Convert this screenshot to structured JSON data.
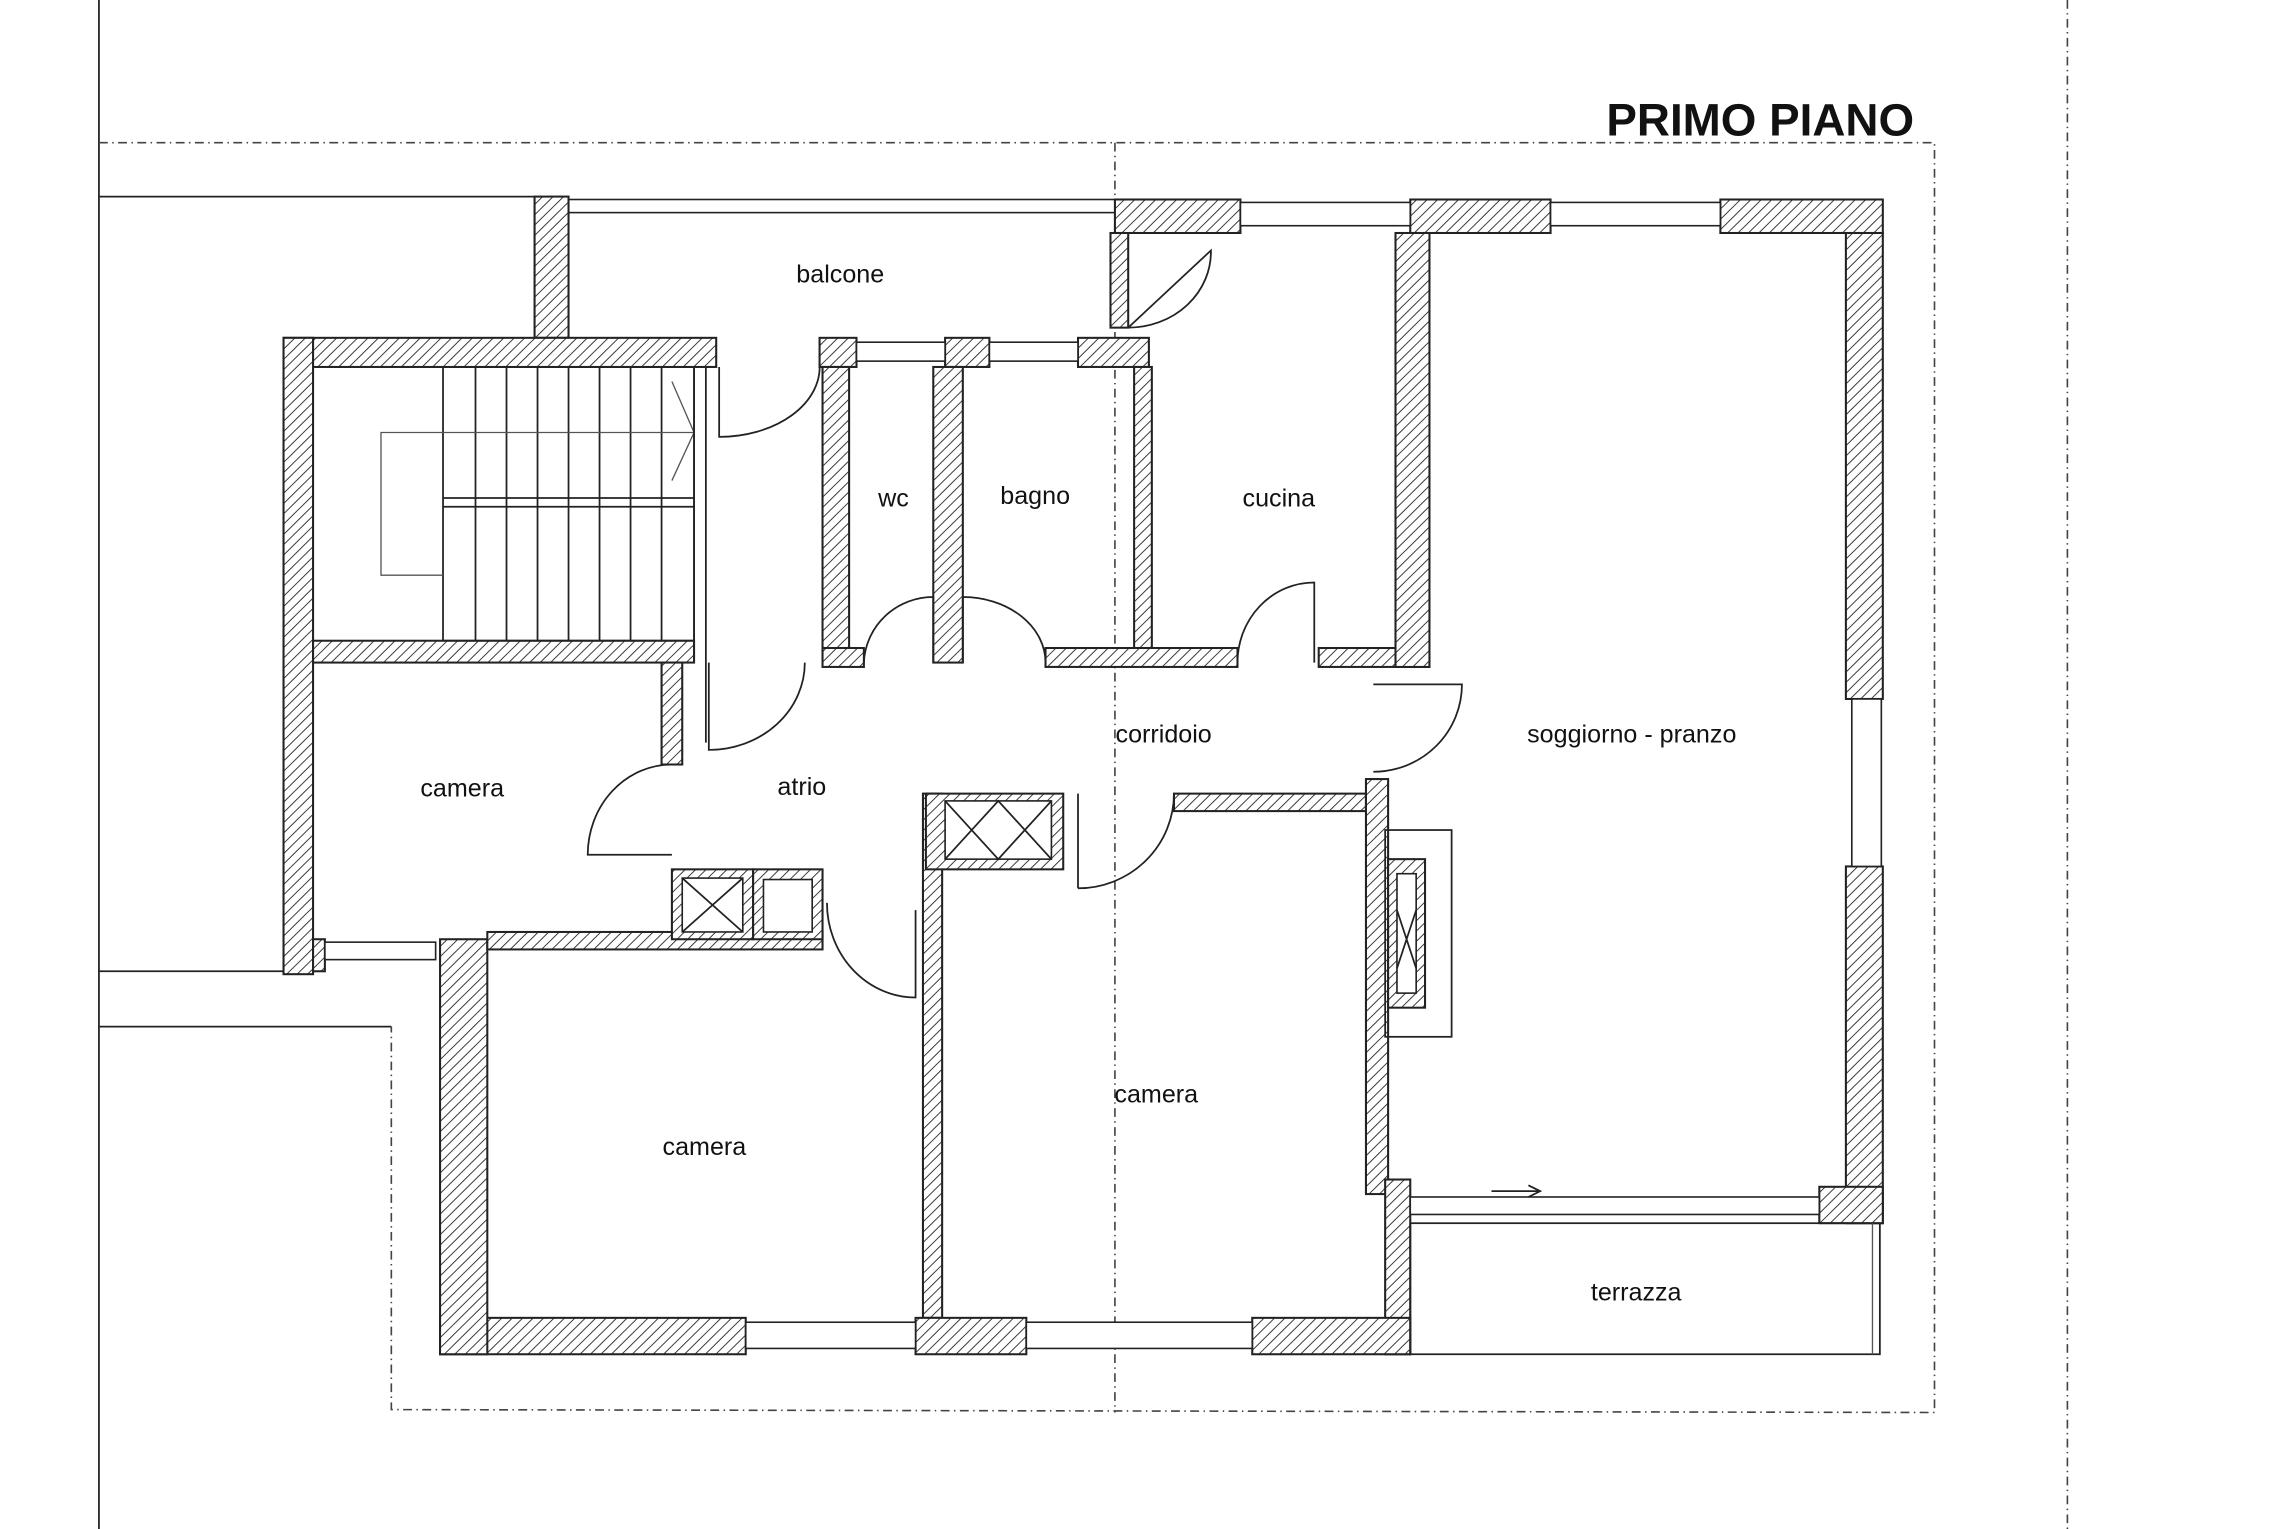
{
  "title": "PRIMO PIANO",
  "rooms": [
    {
      "id": "balcone",
      "label": "balcone"
    },
    {
      "id": "wc",
      "label": "wc"
    },
    {
      "id": "bagno",
      "label": "bagno"
    },
    {
      "id": "cucina",
      "label": "cucina"
    },
    {
      "id": "corridoio",
      "label": "corridoio"
    },
    {
      "id": "soggiorno-pranzo",
      "label": "soggiorno - pranzo"
    },
    {
      "id": "camera-left",
      "label": "camera"
    },
    {
      "id": "atrio",
      "label": "atrio"
    },
    {
      "id": "camera-center",
      "label": "camera"
    },
    {
      "id": "camera-bottom-left",
      "label": "camera"
    },
    {
      "id": "terrazza",
      "label": "terrazza"
    }
  ]
}
